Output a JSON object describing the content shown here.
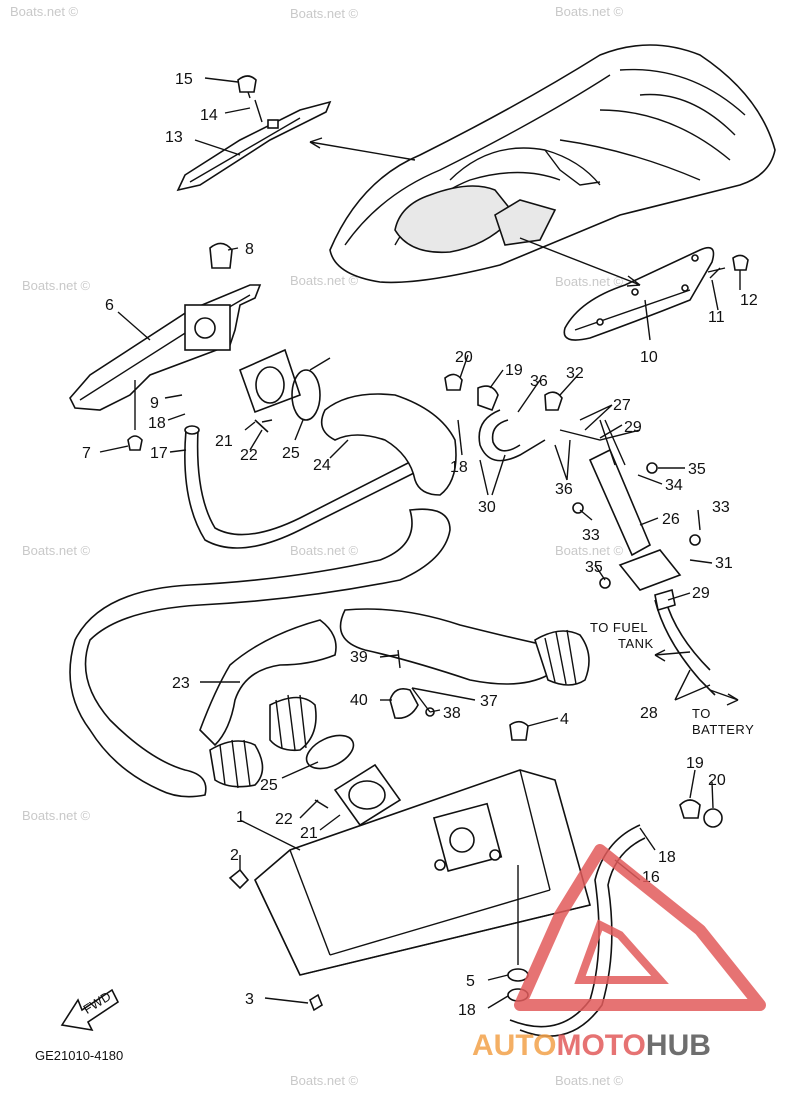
{
  "callouts": [
    {
      "n": "15"
    },
    {
      "n": "14"
    },
    {
      "n": "13"
    },
    {
      "n": "8"
    },
    {
      "n": "6"
    },
    {
      "n": "9"
    },
    {
      "n": "18"
    },
    {
      "n": "7"
    },
    {
      "n": "17"
    },
    {
      "n": "21"
    },
    {
      "n": "22"
    },
    {
      "n": "25"
    },
    {
      "n": "24"
    },
    {
      "n": "20"
    },
    {
      "n": "19"
    },
    {
      "n": "36"
    },
    {
      "n": "32"
    },
    {
      "n": "27"
    },
    {
      "n": "29"
    },
    {
      "n": "18"
    },
    {
      "n": "30"
    },
    {
      "n": "36"
    },
    {
      "n": "35"
    },
    {
      "n": "34"
    },
    {
      "n": "33"
    },
    {
      "n": "26"
    },
    {
      "n": "33"
    },
    {
      "n": "31"
    },
    {
      "n": "35"
    },
    {
      "n": "29"
    },
    {
      "n": "12"
    },
    {
      "n": "11"
    },
    {
      "n": "10"
    },
    {
      "n": "23"
    },
    {
      "n": "39"
    },
    {
      "n": "40"
    },
    {
      "n": "37"
    },
    {
      "n": "38"
    },
    {
      "n": "4"
    },
    {
      "n": "28"
    },
    {
      "n": "25"
    },
    {
      "n": "22"
    },
    {
      "n": "21"
    },
    {
      "n": "1"
    },
    {
      "n": "2"
    },
    {
      "n": "19"
    },
    {
      "n": "20"
    },
    {
      "n": "18"
    },
    {
      "n": "16"
    },
    {
      "n": "5"
    },
    {
      "n": "18"
    },
    {
      "n": "3"
    }
  ],
  "notes": {
    "fuel_line1": "TO FUEL",
    "fuel_line2": "TANK",
    "battery_line1": "TO",
    "battery_line2": "BATTERY",
    "fwd": "FWD",
    "diagram_code": "GE21010-4180"
  },
  "watermarks": [
    "Boats.net ©",
    "Boats.net ©",
    "Boats.net ©",
    "Boats.net ©",
    "Boats.net ©",
    "Boats.net ©",
    "Boats.net ©",
    "Boats.net ©",
    "Boats.net ©",
    "Boats.net ©",
    "Boats.net ©",
    "Boats.net ©"
  ],
  "logo": {
    "text": "AUTOMOTOHUB",
    "part1": "AUTO",
    "part2": "MOTO",
    "part3": "HUB"
  },
  "colors": {
    "logo_orange": "#f3a24a",
    "logo_red": "#e25b5b",
    "logo_gray": "#555555",
    "line": "#111111"
  }
}
